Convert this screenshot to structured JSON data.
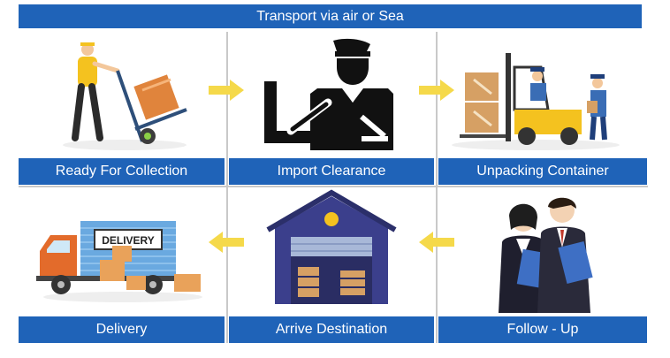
{
  "header": {
    "title": "Transport via air or Sea"
  },
  "steps": [
    {
      "label": "Ready For Collection"
    },
    {
      "label": "Import Clearance"
    },
    {
      "label": "Unpacking Container"
    },
    {
      "label": "Follow - Up"
    },
    {
      "label": "Arrive Destination"
    },
    {
      "label": "Delivery"
    }
  ],
  "truck_sign": "DELIVERY",
  "colors": {
    "accent_blue": "#1f63b8",
    "arrow_yellow": "#f5d94a",
    "box_orange": "#e0843c"
  }
}
